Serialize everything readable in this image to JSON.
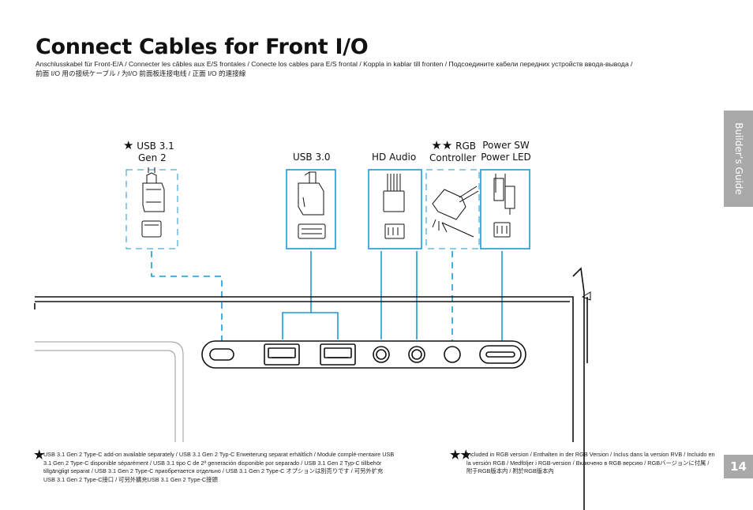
{
  "page": {
    "title": "Connect Cables for Front I/O",
    "subtitle_line1": "Anschlusskabel für Front-E/A  / Connecter les câbles aux E/S frontales  / Conecte los cables para E/S frontal / Koppla in kablar till fronten / Подсоедините кабели передних устройств ввода-вывода  /",
    "subtitle_line2": "前面 I/O 用の接続ケーブル / 为I/O 前面板连接电线 / 正面 I/O 的連接線",
    "side_tab": "Builder’s Guide",
    "page_number": "14"
  },
  "connectors": {
    "usb31": {
      "star": "★",
      "line1": "USB 3.1",
      "line2": "Gen 2"
    },
    "usb30": {
      "line1": "USB 3.0"
    },
    "hdaudio": {
      "line1": "HD Audio"
    },
    "rgb": {
      "star": "★★",
      "line1": "RGB",
      "line2": "Controller"
    },
    "power": {
      "line1": "Power SW",
      "line2": "Power LED"
    }
  },
  "footnotes": {
    "single": {
      "marker": "★",
      "text": "USB 3.1 Gen 2 Type-C add-on available separately / USB 3.1 Gen 2 Typ-C Erweiterung separat erhältlich / Module complé-mentaire USB 3.1 Gen 2 Type-C disponible séparément  / USB 3.1 tipo C de 2ª generación disponible por separado  / USB 3.1 Gen 2 Typ-C tillbehör tillgängligt separat / USB 3.1 Gen 2 Type-C приобретается отдельно  / USB 3.1 Gen 2 Type-C オプションは別売りです  / 可另外扩充USB 3.1 Gen 2 Type-C接口 / 可另外擴充USB 3.1 Gen 2 Type-C接頭"
    },
    "double": {
      "marker": "★★",
      "text": "Included in RGB version / Enthalten in der RGB Version / Inclus dans la version RVB  / Incluido en la versión RGB  / Medföljer i RGB-version / Включено в RGB версию  / RGBバージョンに付属  / 附于RGB版本内 / 附於RGB版本內"
    }
  },
  "colors": {
    "accent": "#1a9ad6",
    "tab": "#a9a9a9",
    "line": "#111111"
  }
}
